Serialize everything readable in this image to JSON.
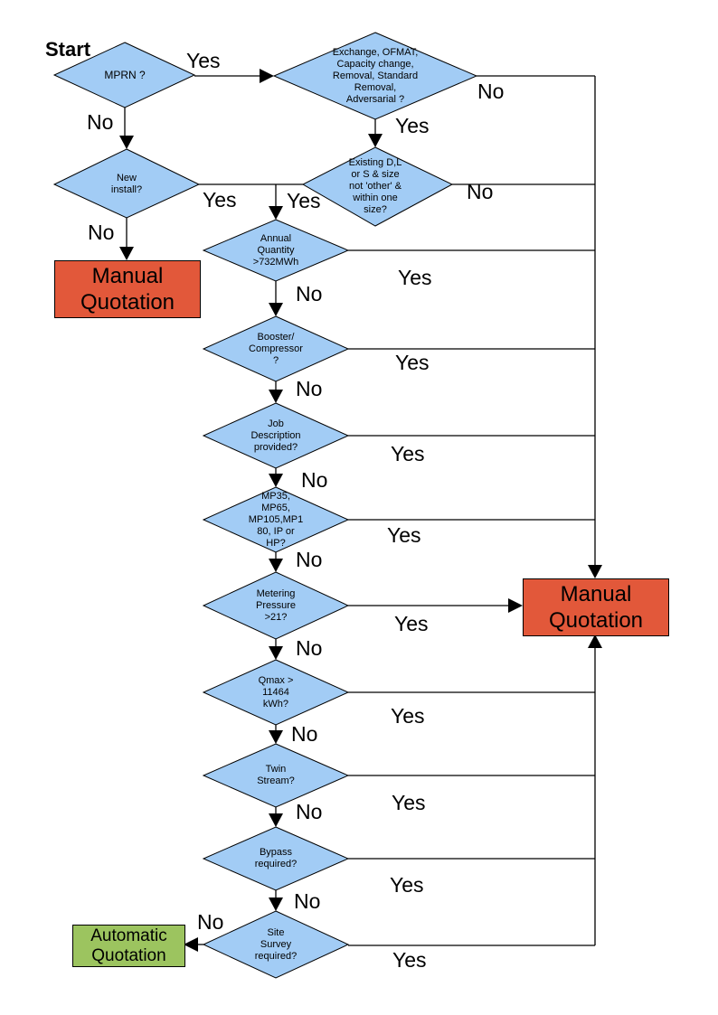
{
  "labels": {
    "start": "Start",
    "yes": "Yes",
    "no": "No"
  },
  "colors": {
    "decision_fill": "#A2CCF5",
    "manual_fill": "#E2583A",
    "automatic_fill": "#9CC45F",
    "line": "#000000",
    "background": "#FFFFFF"
  },
  "decisions": {
    "mprn": {
      "label": "MPRN ?"
    },
    "exchange": {
      "label": "Exchange, OFMAT,\nCapacity change,\nRemoval, Standard\nRemoval,\nAdversarial ?"
    },
    "new_install": {
      "label": "New\ninstall?"
    },
    "existing_size": {
      "label": "Existing D,L\nor S & size\nnot 'other' &\nwithin one\nsize?"
    },
    "annual_quantity": {
      "label": "Annual\nQuantity\n>732MWh"
    },
    "booster": {
      "label": "Booster/\nCompressor\n?"
    },
    "job_description": {
      "label": "Job\nDescription\nprovided?"
    },
    "meter_type": {
      "label": "MP35,\nMP65,\nMP105,MP1\n80, IP or\nHP?"
    },
    "metering_pressure": {
      "label": "Metering\nPressure\n>21?"
    },
    "qmax": {
      "label": "Qmax >\n11464\nkWh?"
    },
    "twin_stream": {
      "label": "Twin\nStream?"
    },
    "bypass": {
      "label": "Bypass\nrequired?"
    },
    "site_survey": {
      "label": "Site\nSurvey\nrequired?"
    }
  },
  "terminals": {
    "manual_left": {
      "label": "Manual\nQuotation"
    },
    "manual_right": {
      "label": "Manual\nQuotation"
    },
    "automatic": {
      "label": "Automatic\nQuotation"
    }
  }
}
